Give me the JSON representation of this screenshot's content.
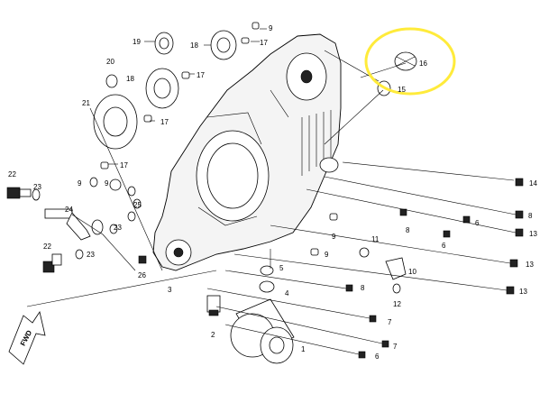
{
  "diagram": {
    "part_numbers": {
      "p1": "1",
      "p2": "2",
      "p3": "3",
      "p4": "4",
      "p5": "5",
      "p6a": "6",
      "p6b": "6",
      "p6c": "6",
      "p7a": "7",
      "p7b": "7",
      "p8a": "8",
      "p8b": "8",
      "p8c": "8",
      "p9a": "9",
      "p9b": "9",
      "p9c": "9",
      "p9d": "9",
      "p9e": "9",
      "p10": "10",
      "p11": "11",
      "p12": "12",
      "p13a": "13",
      "p13b": "13",
      "p13c": "13",
      "p14": "14",
      "p15": "15",
      "p16": "16",
      "p17a": "17",
      "p17b": "17",
      "p17c": "17",
      "p17d": "17",
      "p18a": "18",
      "p18b": "18",
      "p19": "19",
      "p20": "20",
      "p21": "21",
      "p22a": "22",
      "p22b": "22",
      "p23a": "23",
      "p23b": "23",
      "p23c": "23",
      "p24": "24",
      "p25": "25",
      "p26": "26"
    },
    "fwd_label": "FWD",
    "highlight_color": "#ffeb3b"
  }
}
